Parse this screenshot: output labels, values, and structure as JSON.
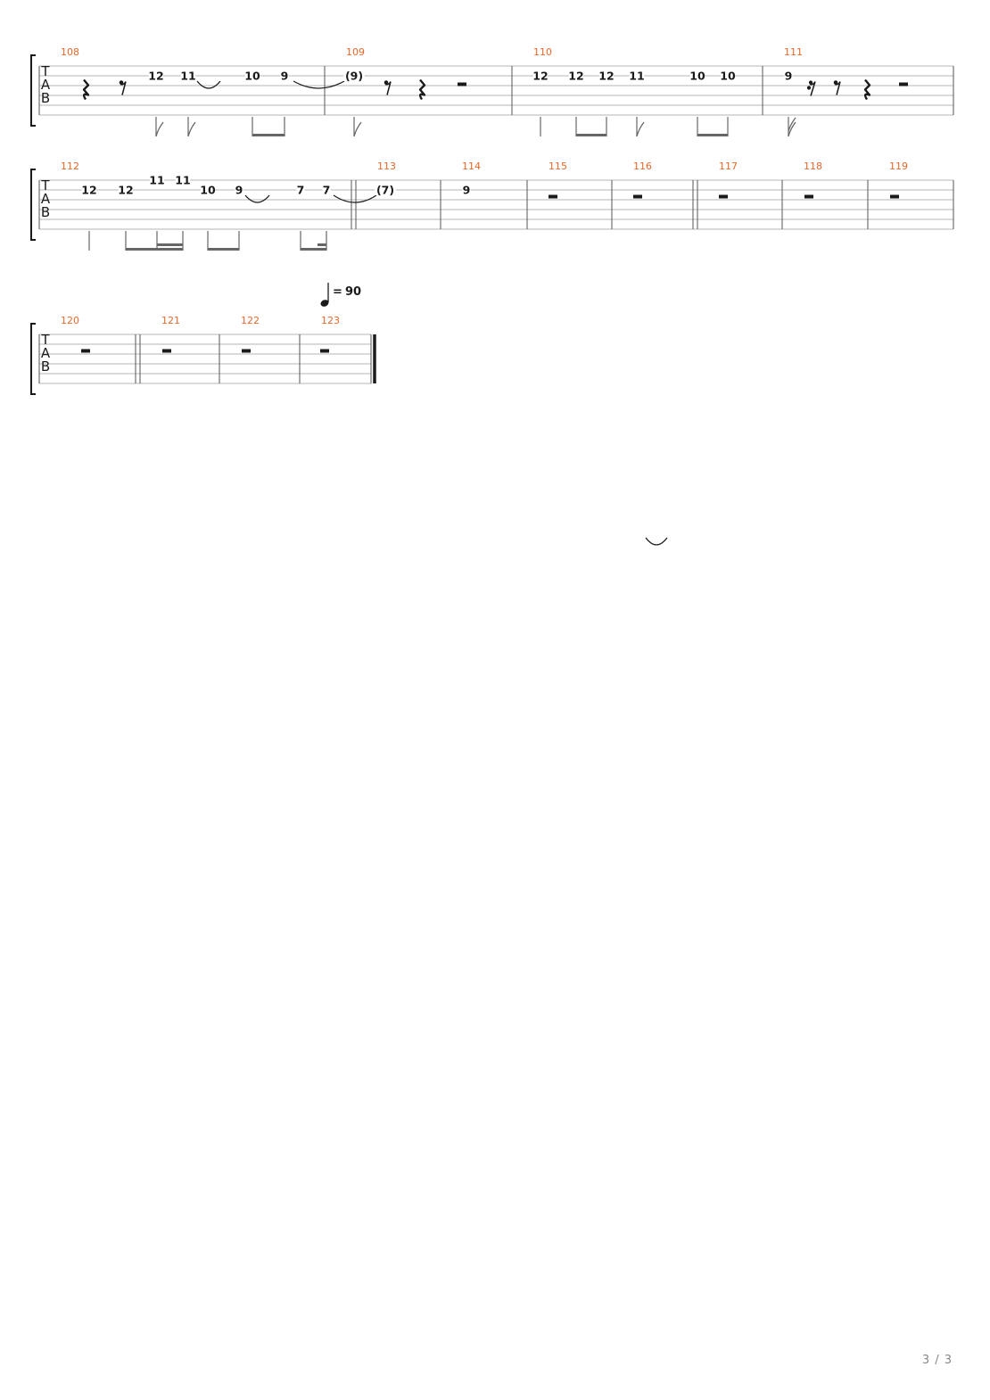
{
  "tab_clef": [
    "T",
    "A",
    "B"
  ],
  "tempo": {
    "value": "90"
  },
  "page_number": "3 / 3",
  "colors": {
    "measure_number": "#e8672a",
    "ink": "#1a1a1a",
    "stem": "#666666",
    "line": "#b5b5b5"
  },
  "systems": [
    {
      "measures": [
        {
          "number": "108",
          "notes": [
            {
              "type": "rest",
              "duration": "quarter",
              "beat": 0
            },
            {
              "type": "rest",
              "duration": "eighth",
              "beat": 1
            },
            {
              "type": "note",
              "fret": "12",
              "string": 2,
              "beat": 1.5,
              "duration": "eighth"
            },
            {
              "type": "note",
              "fret": "11",
              "string": 2,
              "beat": 2,
              "duration": "eighth"
            },
            {
              "type": "note",
              "fret": "10",
              "string": 2,
              "beat": 3,
              "duration": "eighth"
            },
            {
              "type": "note",
              "fret": "9",
              "string": 2,
              "beat": 3.5,
              "duration": "eighth"
            }
          ]
        },
        {
          "number": "109",
          "notes": [
            {
              "type": "note",
              "fret": "(9)",
              "string": 2,
              "beat": 0,
              "duration": "eighth"
            },
            {
              "type": "rest",
              "duration": "eighth",
              "beat": 0.5
            },
            {
              "type": "rest",
              "duration": "quarter",
              "beat": 1
            },
            {
              "type": "rest",
              "duration": "half",
              "beat": 2
            }
          ]
        },
        {
          "number": "110",
          "notes": [
            {
              "type": "note",
              "fret": "12",
              "string": 2,
              "beat": 0,
              "duration": "quarter"
            },
            {
              "type": "note",
              "fret": "12",
              "string": 2,
              "beat": 1,
              "duration": "eighth"
            },
            {
              "type": "note",
              "fret": "12",
              "string": 2,
              "beat": 1.5,
              "duration": "eighth"
            },
            {
              "type": "note",
              "fret": "11",
              "string": 2,
              "beat": 2,
              "duration": "eighth"
            },
            {
              "type": "note",
              "fret": "10",
              "string": 2,
              "beat": 3,
              "duration": "eighth"
            },
            {
              "type": "note",
              "fret": "10",
              "string": 2,
              "beat": 3.5,
              "duration": "eighth"
            }
          ]
        },
        {
          "number": "111",
          "notes": [
            {
              "type": "note",
              "fret": "9",
              "string": 2,
              "beat": 0,
              "duration": "16th"
            },
            {
              "type": "rest",
              "duration": "16th",
              "beat": 0.25
            },
            {
              "type": "rest",
              "duration": "eighth",
              "beat": 0.5
            },
            {
              "type": "rest",
              "duration": "quarter",
              "beat": 1
            },
            {
              "type": "rest",
              "duration": "half",
              "beat": 2
            }
          ]
        }
      ]
    },
    {
      "measures": [
        {
          "number": "112",
          "notes": [
            {
              "type": "note",
              "fret": "12",
              "string": 2,
              "beat": 0,
              "duration": "quarter"
            },
            {
              "type": "note",
              "fret": "12",
              "string": 2,
              "beat": 1,
              "duration": "eighth"
            },
            {
              "type": "note",
              "fret": "11",
              "string": 1,
              "beat": 1.5,
              "duration": "16th"
            },
            {
              "type": "note",
              "fret": "11",
              "string": 1,
              "beat": 1.75,
              "duration": "16th"
            },
            {
              "type": "note",
              "fret": "10",
              "string": 2,
              "beat": 2,
              "duration": "eighth"
            },
            {
              "type": "note",
              "fret": "9",
              "string": 2,
              "beat": 2.5,
              "duration": "eighth"
            },
            {
              "type": "note",
              "fret": "7",
              "string": 2,
              "beat": 3,
              "duration": "eighth"
            },
            {
              "type": "note",
              "fret": "7",
              "string": 2,
              "beat": 3.5,
              "duration": "16th"
            }
          ]
        },
        {
          "number": "113",
          "notes": [
            {
              "type": "note",
              "fret": "(7)",
              "string": 2,
              "beat": 0,
              "duration": "whole"
            }
          ]
        },
        {
          "number": "114",
          "notes": [
            {
              "type": "note",
              "fret": "9",
              "string": 2,
              "beat": 0,
              "duration": "whole"
            }
          ]
        },
        {
          "number": "115",
          "notes": [
            {
              "type": "rest",
              "duration": "whole",
              "beat": 0
            }
          ]
        },
        {
          "number": "116",
          "notes": [
            {
              "type": "rest",
              "duration": "whole",
              "beat": 0
            }
          ]
        },
        {
          "number": "117",
          "notes": [
            {
              "type": "rest",
              "duration": "whole",
              "beat": 0
            }
          ]
        },
        {
          "number": "118",
          "notes": [
            {
              "type": "rest",
              "duration": "whole",
              "beat": 0
            }
          ]
        },
        {
          "number": "119",
          "notes": [
            {
              "type": "rest",
              "duration": "whole",
              "beat": 0
            }
          ]
        }
      ]
    },
    {
      "measures": [
        {
          "number": "120",
          "notes": [
            {
              "type": "rest",
              "duration": "whole",
              "beat": 0
            }
          ]
        },
        {
          "number": "121",
          "notes": [
            {
              "type": "rest",
              "duration": "whole",
              "beat": 0
            }
          ]
        },
        {
          "number": "122",
          "notes": [
            {
              "type": "rest",
              "duration": "whole",
              "beat": 0
            }
          ]
        },
        {
          "number": "123",
          "notes": [
            {
              "type": "rest",
              "duration": "whole",
              "beat": 0
            }
          ]
        }
      ]
    }
  ]
}
